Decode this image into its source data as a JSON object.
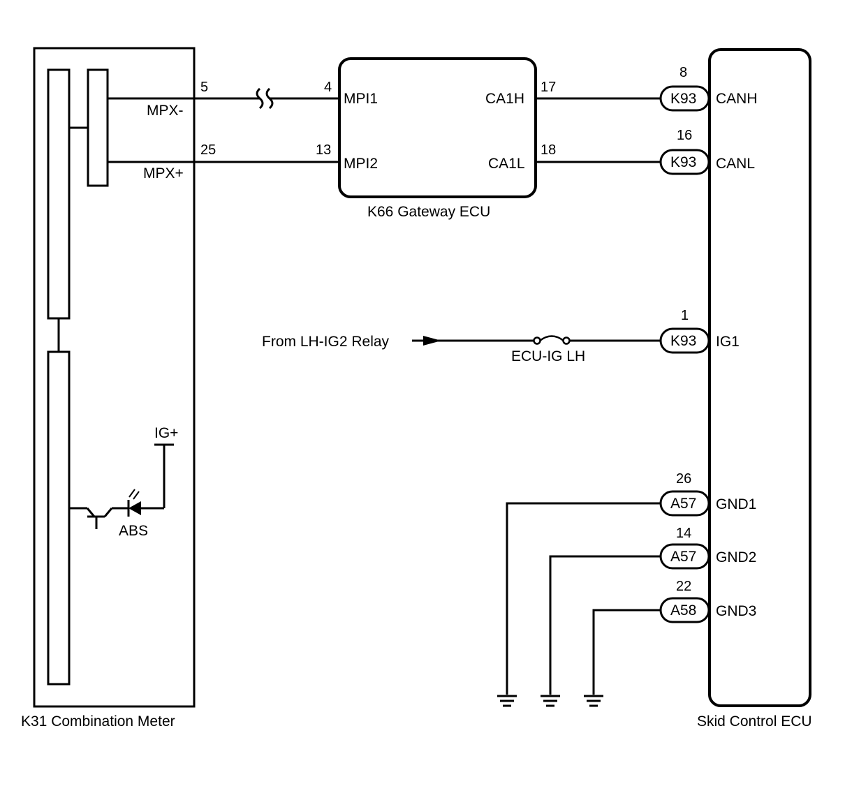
{
  "components": {
    "combination_meter": {
      "title": "K31  Combination Meter",
      "pins": {
        "mpx_minus_no": "5",
        "mpx_minus": "MPX-",
        "mpx_plus_no": "25",
        "mpx_plus": "MPX+"
      },
      "ig_plus": "IG+",
      "abs_lamp": "ABS"
    },
    "gateway_ecu": {
      "title": "K66  Gateway ECU",
      "pins": {
        "mpi1_no": "4",
        "mpi1": "MPI1",
        "mpi2_no": "13",
        "mpi2": "MPI2",
        "ca1h_no": "17",
        "ca1h": "CA1H",
        "ca1l_no": "18",
        "ca1l": "CA1L"
      }
    },
    "skid_control_ecu": {
      "title": "Skid Control ECU",
      "pins": [
        {
          "no": "8",
          "connector": "K93",
          "name": "CANH"
        },
        {
          "no": "16",
          "connector": "K93",
          "name": "CANL"
        },
        {
          "no": "1",
          "connector": "K93",
          "name": "IG1"
        },
        {
          "no": "26",
          "connector": "A57",
          "name": "GND1"
        },
        {
          "no": "14",
          "connector": "A57",
          "name": "GND2"
        },
        {
          "no": "22",
          "connector": "A58",
          "name": "GND3"
        }
      ]
    }
  },
  "power_source": {
    "label": "From LH-IG2 Relay",
    "fuse": "ECU-IG LH"
  }
}
